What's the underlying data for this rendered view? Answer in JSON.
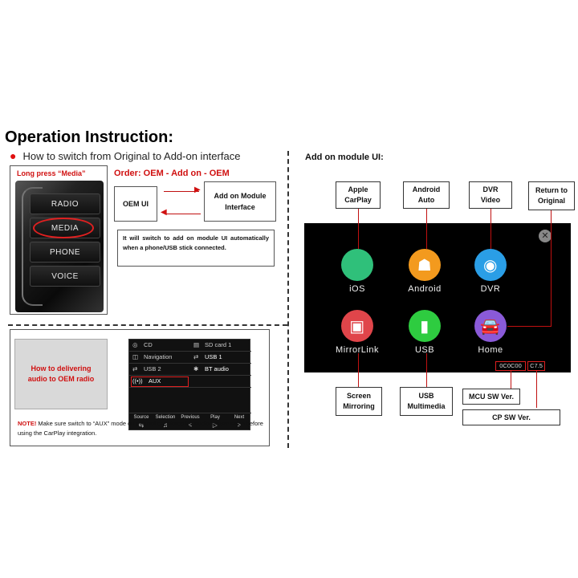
{
  "header": {
    "title": "Operation Instruction:",
    "subtitle": "How to switch from Original to Add-on interface"
  },
  "left_panel": {
    "long_press": "Long press “Media”",
    "car_buttons": [
      "RADIO",
      "MEDIA",
      "PHONE",
      "VOICE"
    ],
    "order_label": "Order: OEM - Add on - OEM",
    "oem_ui": "OEM UI",
    "addon_module": "Add on Module\nInterface",
    "switch_note": "It will switch to add on module UI automatically when a phone/USB stick connected."
  },
  "audio_panel": {
    "label": "How to delivering\naudio to OEM radio",
    "rows": [
      {
        "left": "CD",
        "right": "SD card 1"
      },
      {
        "left": "Navigation",
        "right": "USB 1"
      },
      {
        "left": "USB 2",
        "right": "BT audio"
      },
      {
        "left": "AUX",
        "right": ""
      }
    ],
    "footer": [
      "Source",
      "Selection",
      "Previous",
      "Play",
      "Next"
    ],
    "note_prefix": "NOTE!",
    "note_text": " Make sure switch to “AUX” mode on original car stereo for audio transmission before using the CarPlay integration."
  },
  "right_panel": {
    "heading": "Add on module UI:",
    "top_labels": [
      "Apple\nCarPlay",
      "Android\nAuto",
      "DVR\nVideo",
      "Return to\nOriginal"
    ],
    "apps": [
      {
        "name": "iOS",
        "icon": "apple-icon",
        "color": "#2fc07a"
      },
      {
        "name": "Android",
        "icon": "android-icon",
        "color": "#f39a1e"
      },
      {
        "name": "DVR",
        "icon": "camera-icon",
        "color": "#2a9ee6"
      },
      {
        "name": "MirrorLink",
        "icon": "tv-icon",
        "color": "#e0454a"
      },
      {
        "name": "USB",
        "icon": "usb-icon",
        "color": "#2ecc40"
      },
      {
        "name": "Home",
        "icon": "car-icon",
        "color": "#8a5ad8"
      }
    ],
    "version_left": "0C0C00",
    "version_right": "C7.5",
    "bottom_labels": [
      "Screen\nMirroring",
      "USB\nMultimedia"
    ],
    "mcu_label": "MCU SW Ver.",
    "cp_label": "CP SW Ver."
  }
}
